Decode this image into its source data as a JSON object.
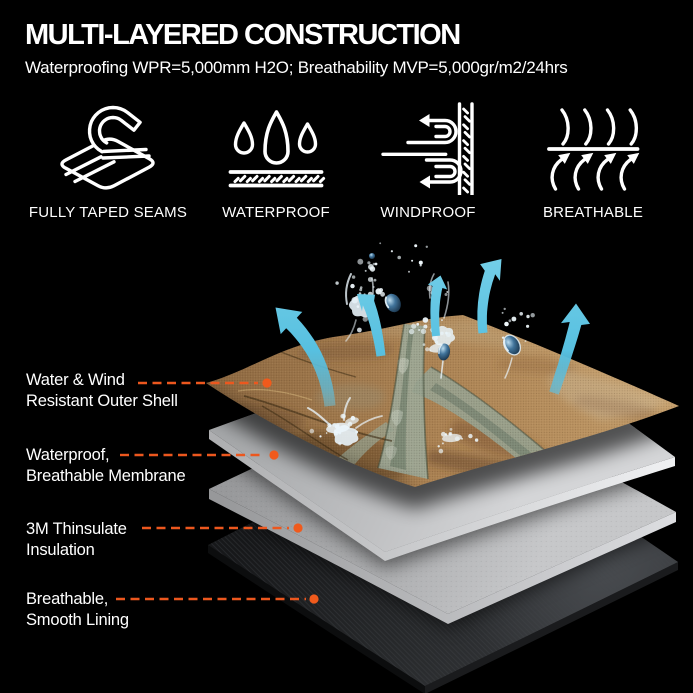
{
  "header": {
    "title": "MULTI-LAYERED CONSTRUCTION",
    "subtitle": "Waterproofing WPR=5,000mm H2O; Breathability MVP=5,000gr/m2/24hrs"
  },
  "features": [
    {
      "icon": "taped-seams-icon",
      "label": "FULLY TAPED SEAMS"
    },
    {
      "icon": "waterproof-icon",
      "label": "WATERPROOF"
    },
    {
      "icon": "windproof-icon",
      "label": "WINDPROOF"
    },
    {
      "icon": "breathable-icon",
      "label": "BREATHABLE"
    }
  ],
  "layers": [
    {
      "name": "outer-shell",
      "label_line1": "Water & Wind",
      "label_line2": "Resistant Outer Shell"
    },
    {
      "name": "membrane",
      "label_line1": "Waterproof,",
      "label_line2": "Breathable Membrane"
    },
    {
      "name": "insulation",
      "label_line1": "3M Thinsulate",
      "label_line2": "Insulation"
    },
    {
      "name": "lining",
      "label_line1": "Breathable,",
      "label_line2": "Smooth Lining"
    }
  ],
  "colors": {
    "background": "#000000",
    "text": "#ffffff",
    "accent_orange": "#ed5a1e",
    "arrow_blue": "#5fc6e4",
    "membrane_gray": "#c9cacc",
    "insulation_gray": "#b0b1b3",
    "lining_black": "#232426",
    "camo_tan": "#b08a5c"
  }
}
